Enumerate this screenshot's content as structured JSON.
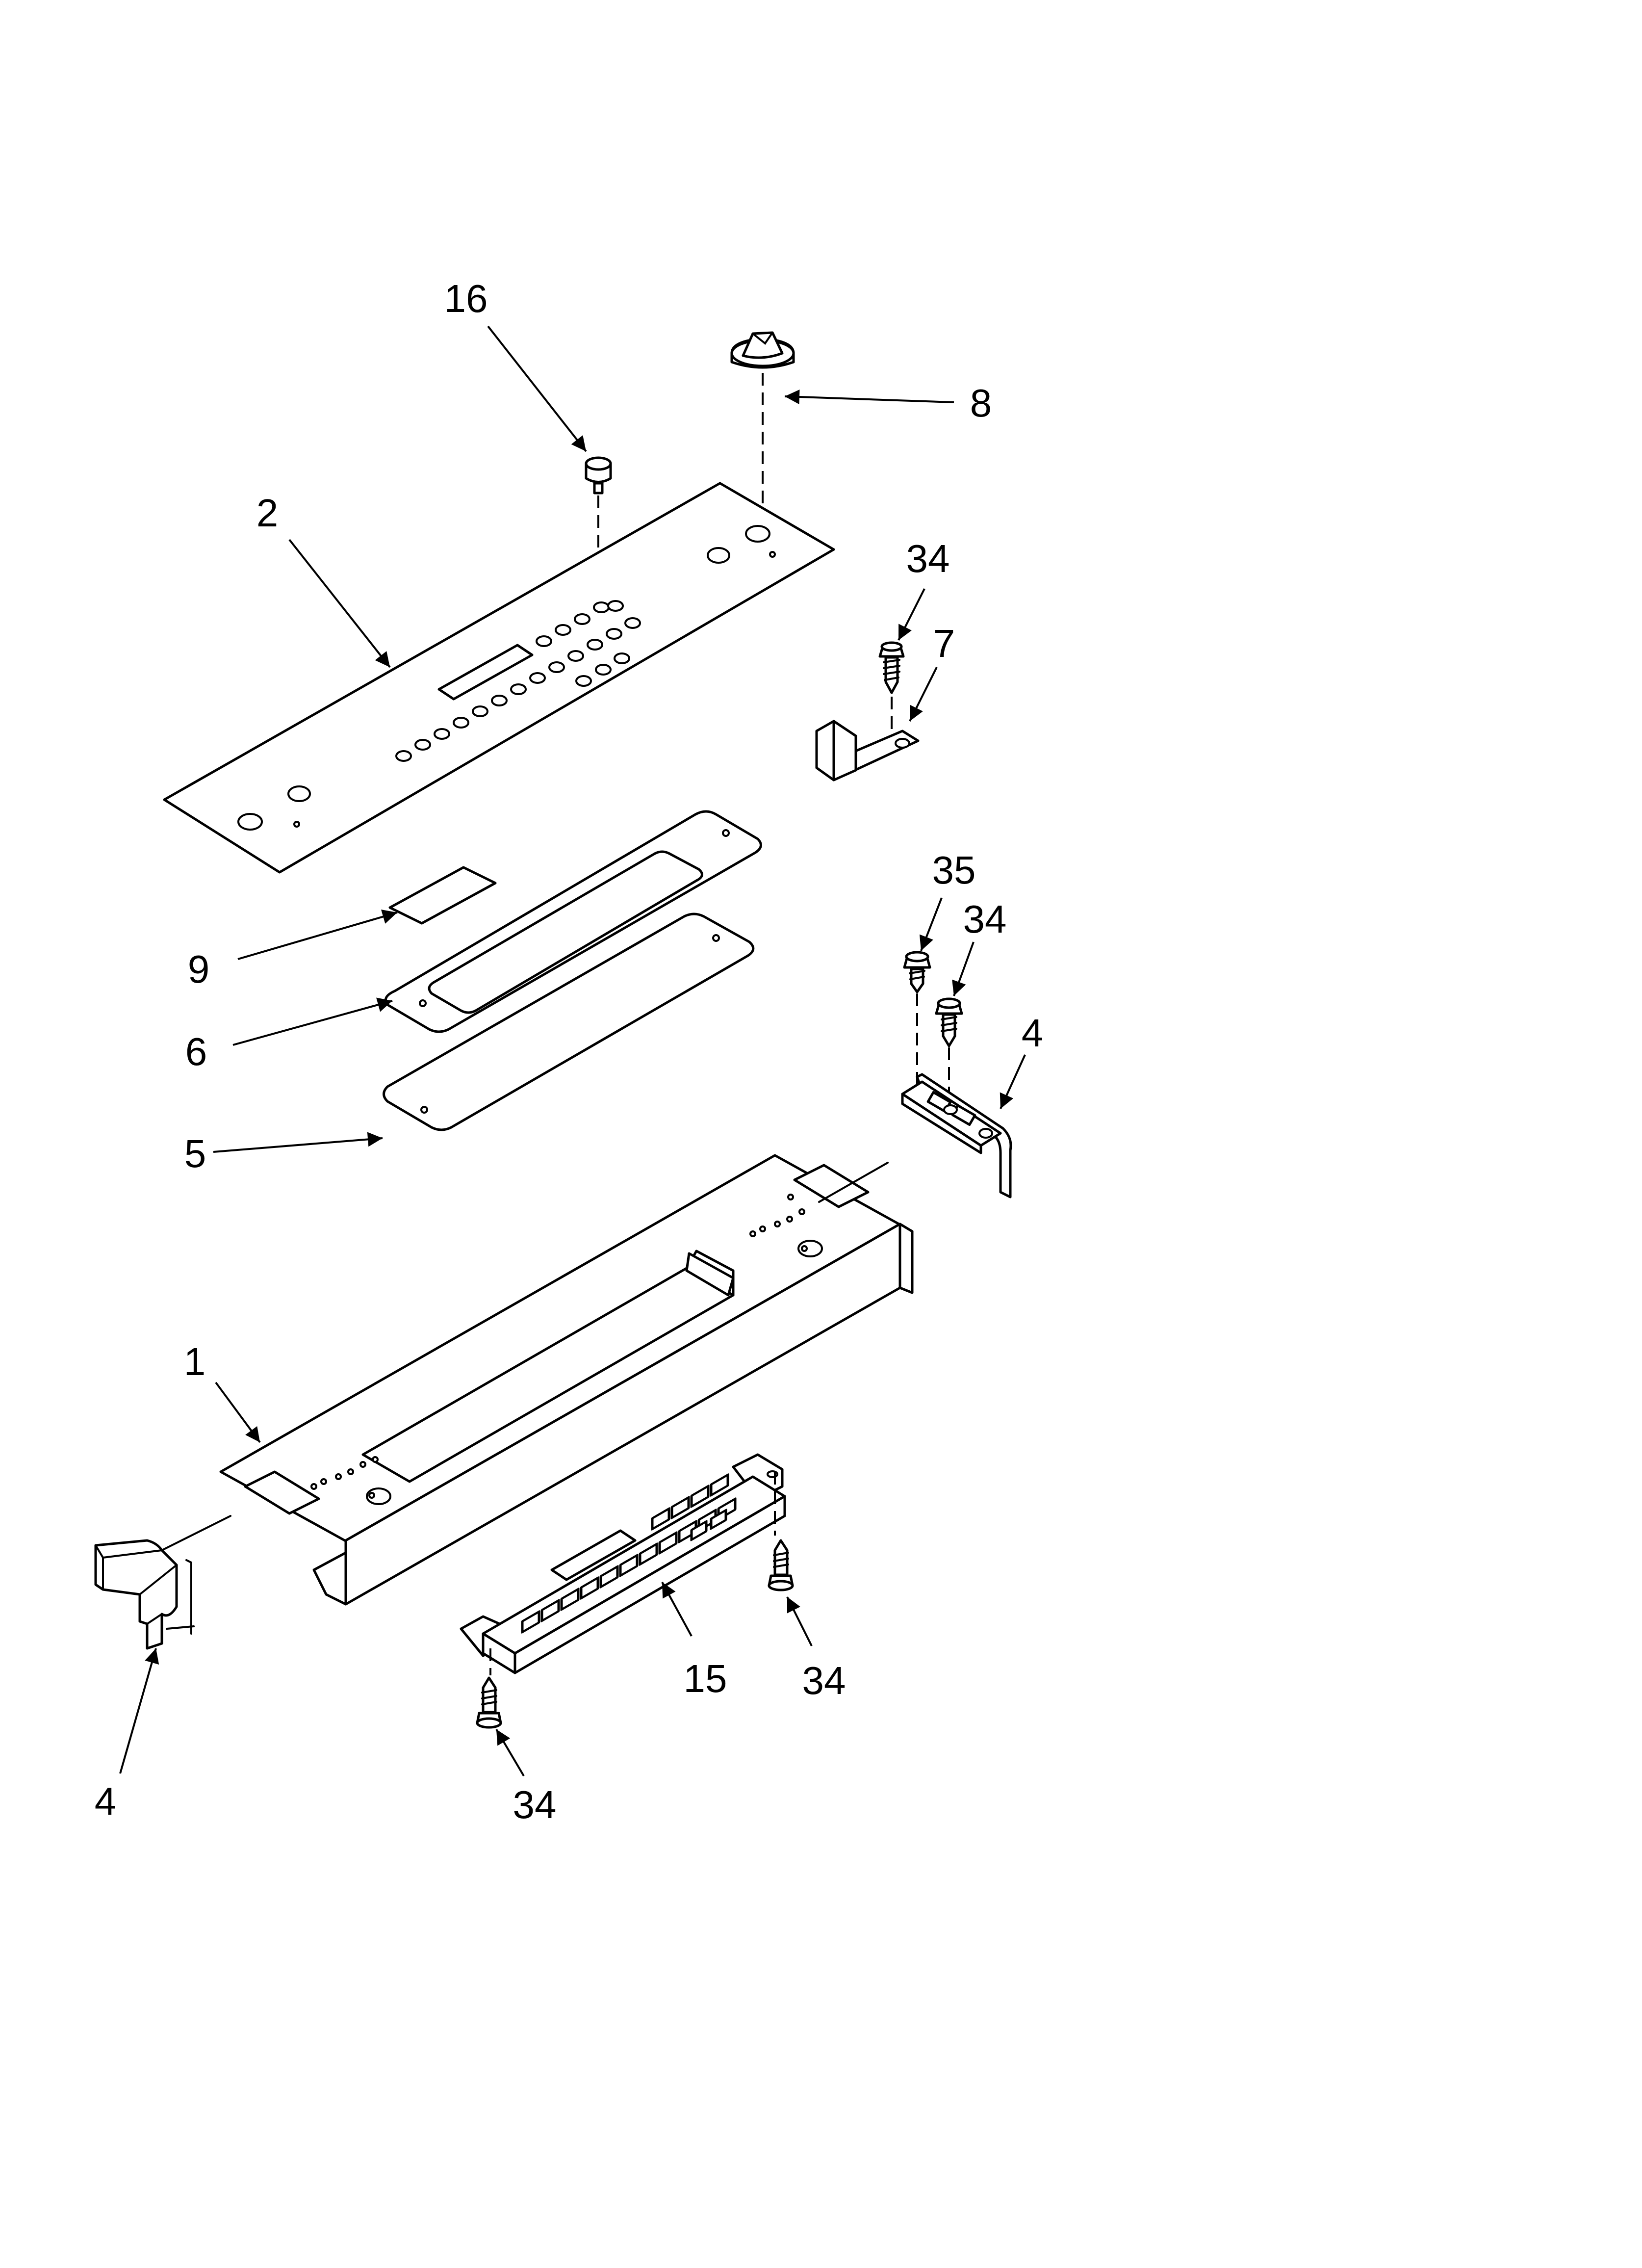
{
  "callouts": {
    "c16": "16",
    "c8": "8",
    "c2": "2",
    "c34_top": "34",
    "c7": "7",
    "c35": "35",
    "c34_right": "34",
    "c4_right": "4",
    "c9": "9",
    "c6": "6",
    "c5": "5",
    "c1": "1",
    "c15": "15",
    "c34_board_right": "34",
    "c4_left": "4",
    "c34_bottom": "34"
  },
  "colors": {
    "line": "#000000",
    "background": "#ffffff"
  }
}
